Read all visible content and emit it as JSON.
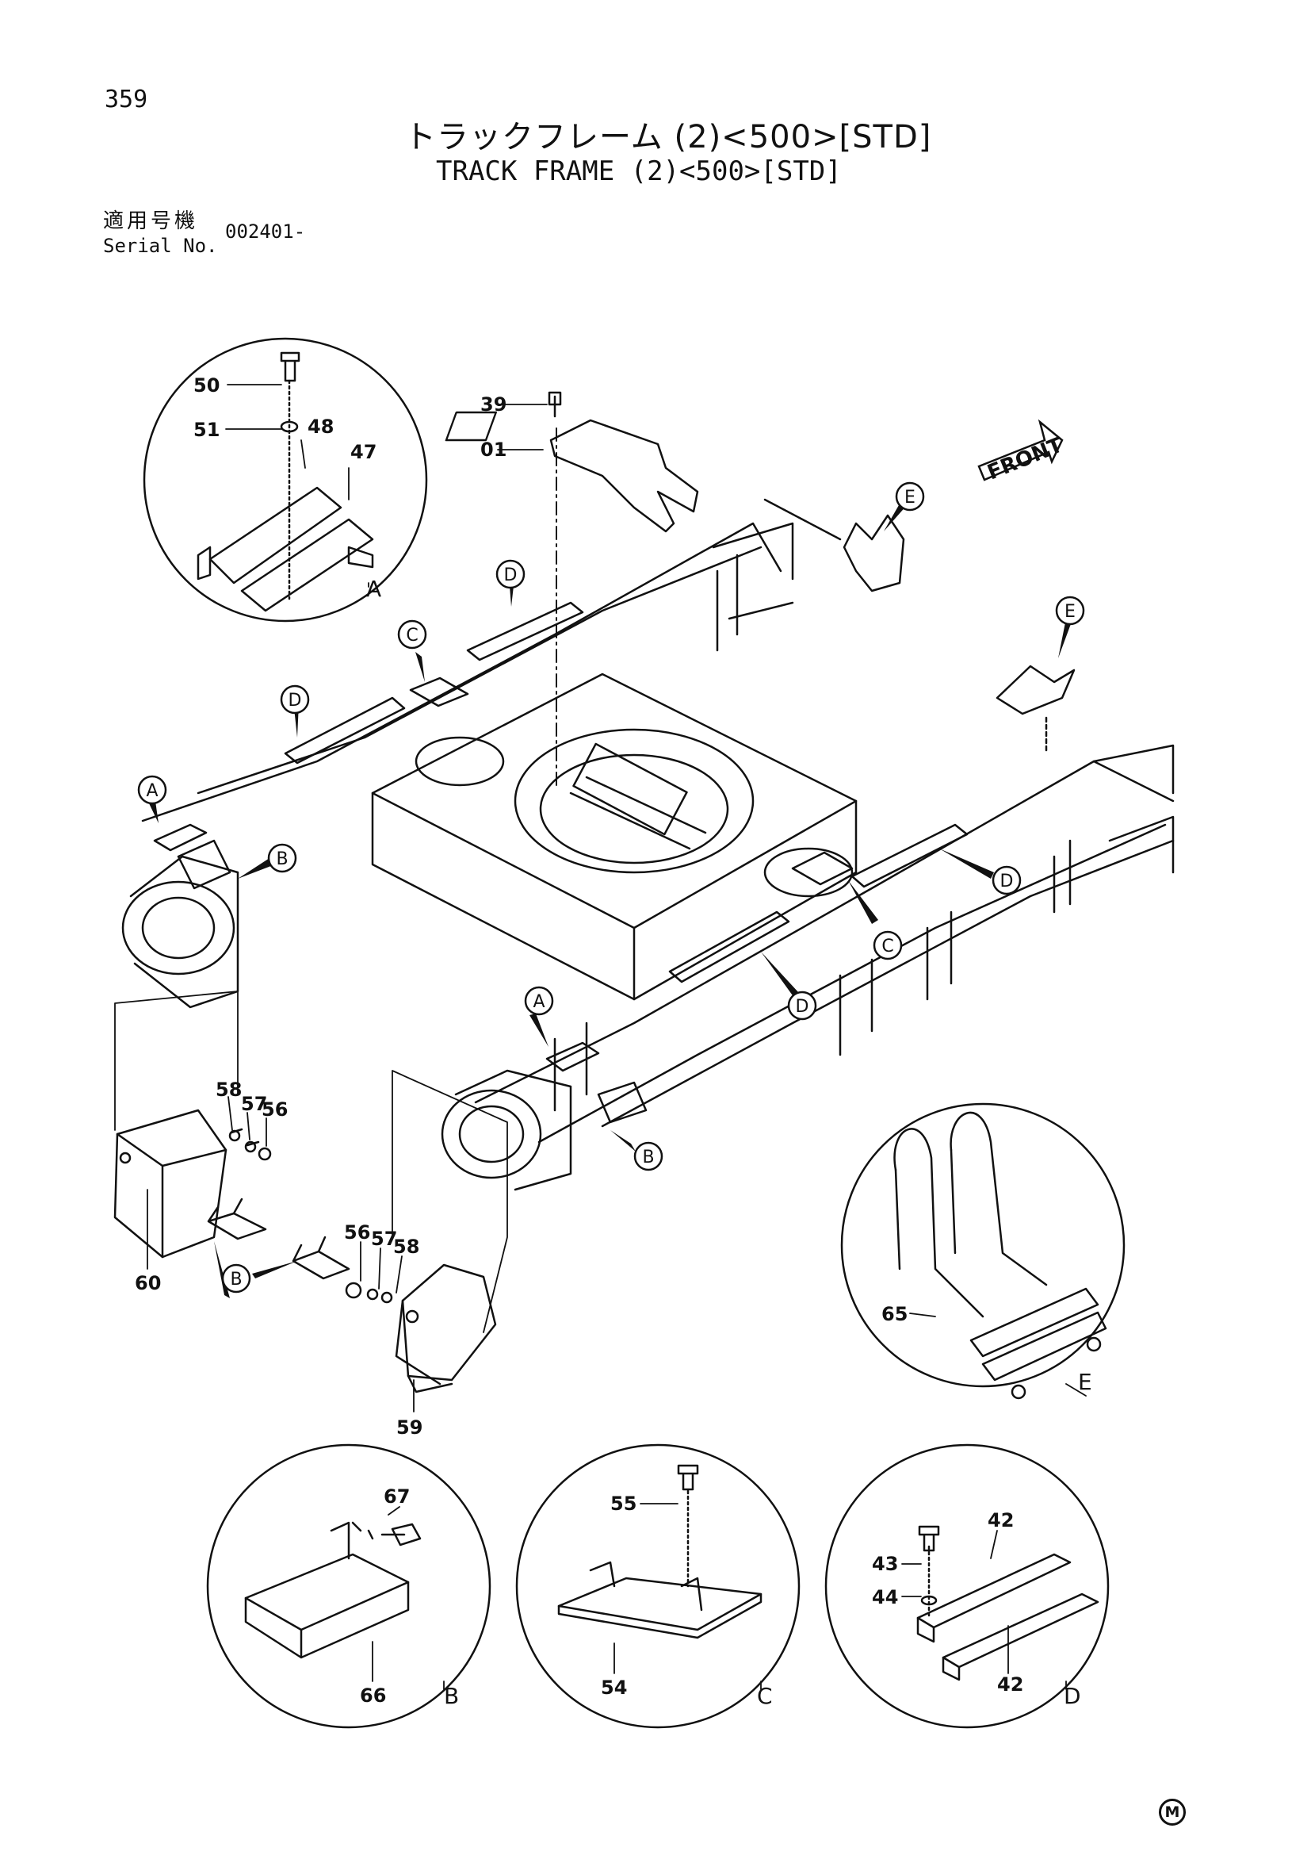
{
  "header": {
    "page_number": "359",
    "title_jp": "トラックフレーム (2)<500>[STD]",
    "title_en": "TRACK FRAME (2)<500>[STD]",
    "serial_label_jp": "適用号機",
    "serial_label_en": "Serial No.",
    "serial_value": "002401-"
  },
  "front_marker": "FRONT",
  "part_labels": {
    "p01": "01",
    "p39": "39",
    "p50": "50",
    "p51": "51",
    "p48": "48",
    "p47": "47",
    "p58a": "58",
    "p57a": "57",
    "p56a": "56",
    "p60": "60",
    "p56b": "56",
    "p57b": "57",
    "p58b": "58",
    "p59": "59",
    "p65": "65",
    "p67": "67",
    "p66": "66",
    "p55": "55",
    "p54": "54",
    "p42a": "42",
    "p42b": "42",
    "p43": "43",
    "p44": "44"
  },
  "callouts": {
    "a1": "A",
    "a2": "A",
    "b1": "B",
    "b2": "B",
    "b3": "B",
    "c1": "C",
    "c2": "C",
    "d1": "D",
    "d2": "D",
    "d3": "D",
    "d4": "D",
    "e1": "E",
    "e2": "E"
  },
  "detail_letters": {
    "A": "A",
    "B": "B",
    "C": "C",
    "D": "D",
    "E": "E"
  },
  "maker_mark": "M"
}
